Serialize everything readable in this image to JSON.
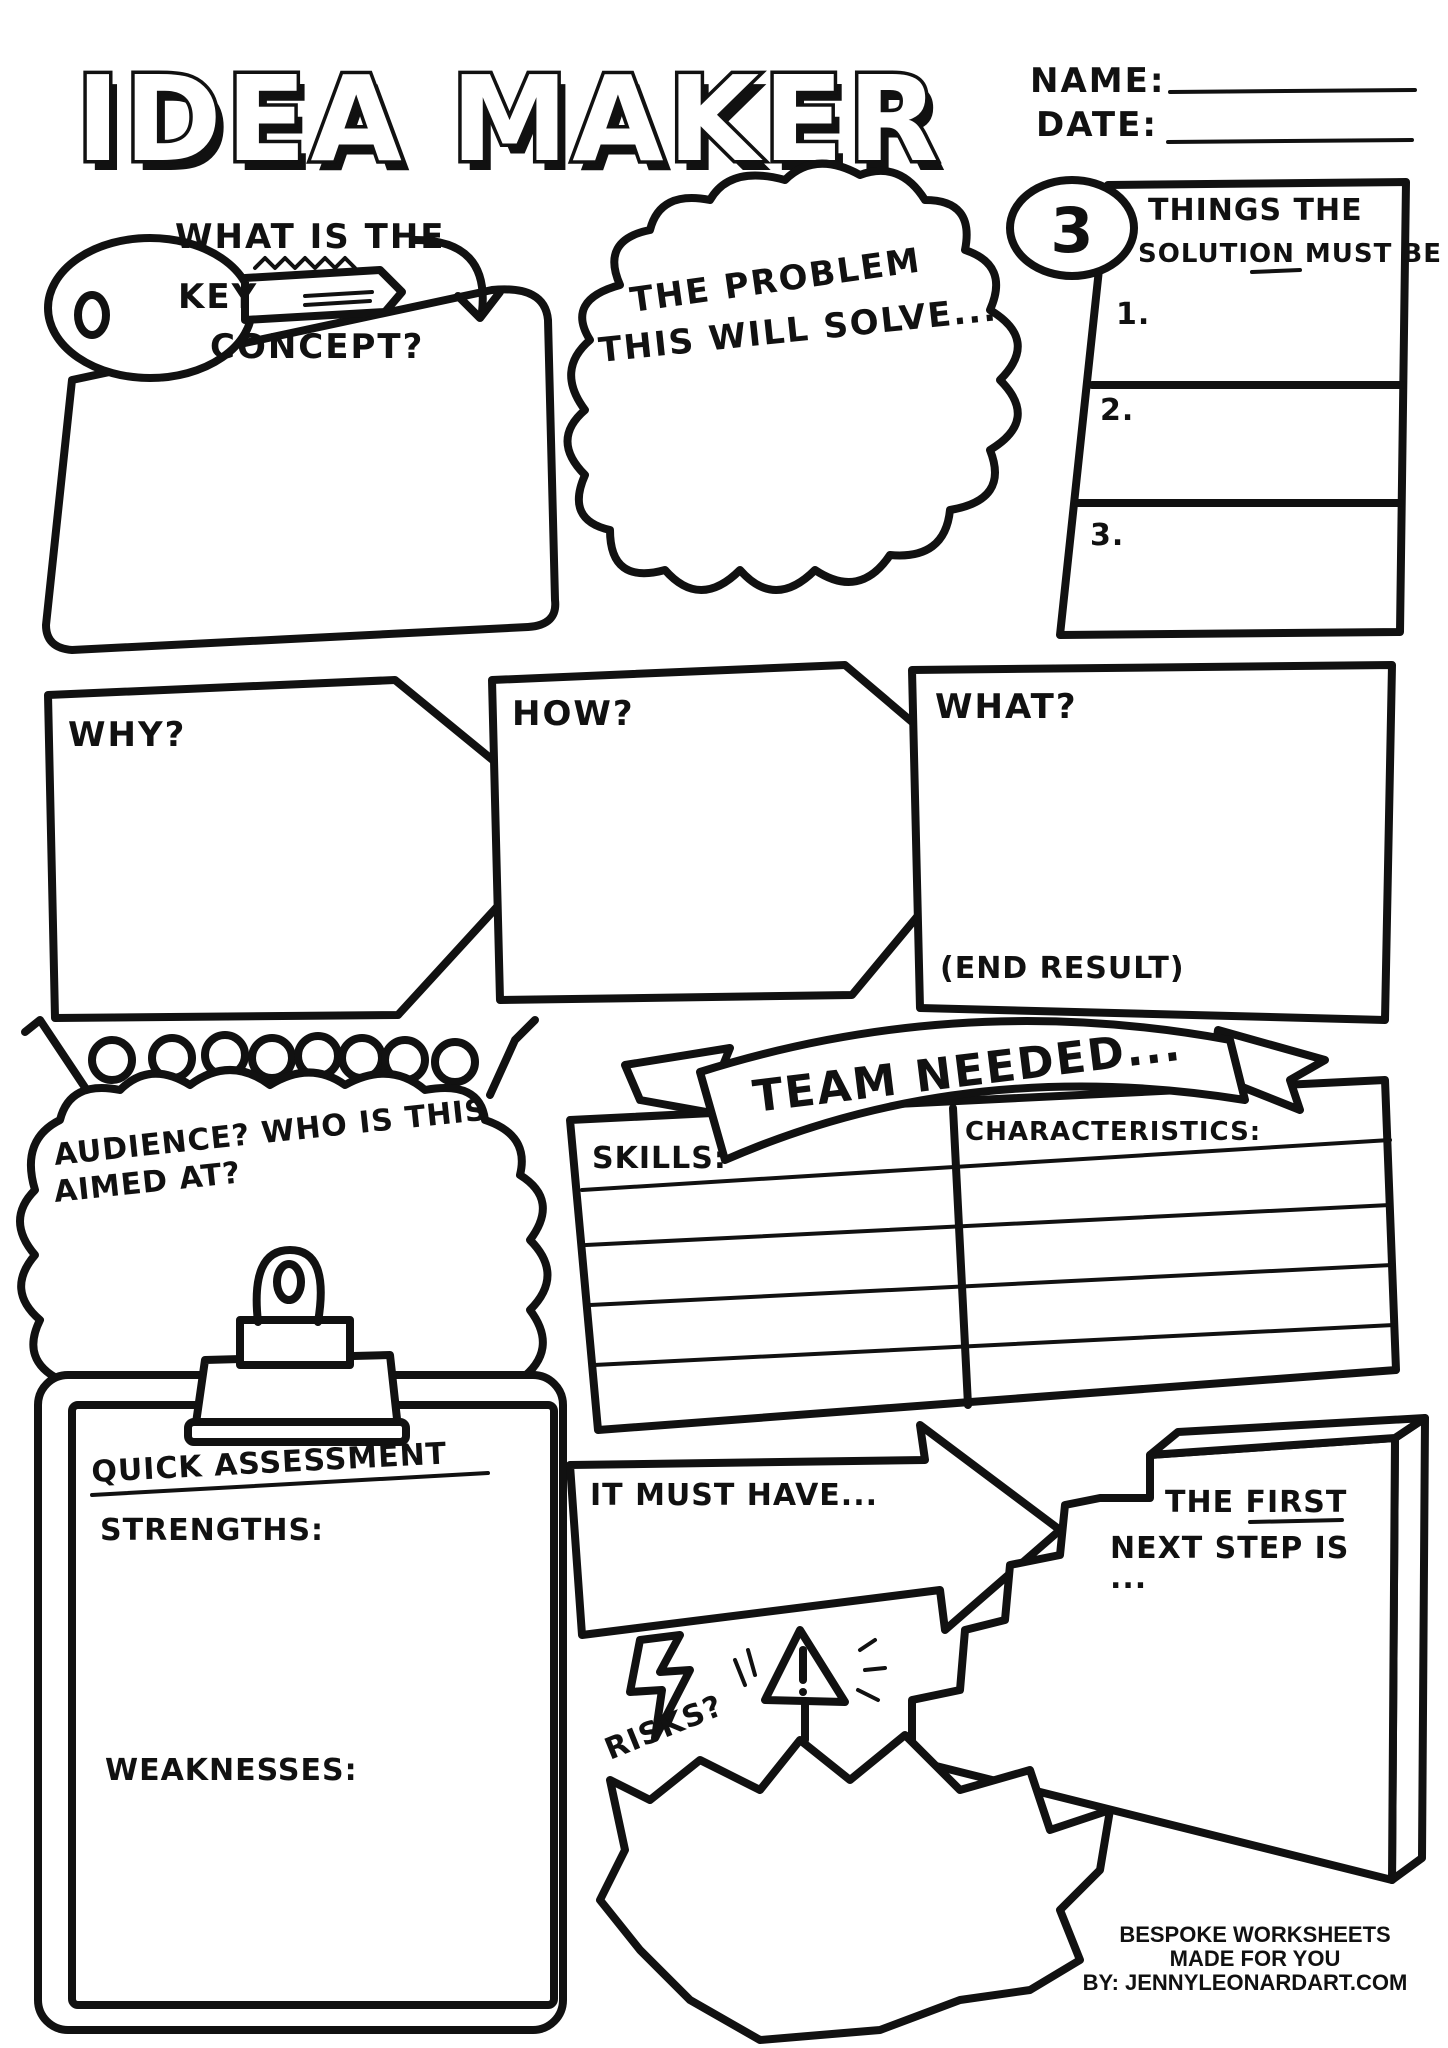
{
  "title": "IDEA MAKER",
  "header": {
    "name_label": "NAME:",
    "date_label": "DATE:"
  },
  "key_concept": {
    "line1": "WHAT IS THE",
    "line2": "KEY",
    "line3": "CONCEPT?"
  },
  "problem": {
    "line1": "THE PROBLEM",
    "line2": "THIS WILL SOLVE..."
  },
  "three_things": {
    "number": "3",
    "line1": "THINGS THE",
    "line2": "SOLUTION MUST BE",
    "items": [
      "1.",
      "2.",
      "3."
    ]
  },
  "arrows": {
    "why": "WHY?",
    "how": "HOW?",
    "what": "WHAT?",
    "end_result": "(END RESULT)"
  },
  "audience": {
    "line1": "AUDIENCE? WHO IS THIS",
    "line2": "AIMED AT?"
  },
  "team": {
    "banner": "TEAM NEEDED...",
    "skills": "SKILLS:",
    "characteristics": "CHARACTERISTICS:"
  },
  "assessment": {
    "title": "QUICK ASSESSMENT",
    "strengths": "STRENGTHS:",
    "weaknesses": "WEAKNESSES:"
  },
  "must_have": "IT MUST HAVE...",
  "first_step": {
    "line1": "THE FIRST",
    "line2": "NEXT STEP IS",
    "line3": "..."
  },
  "risks": "RISKS?",
  "credit": {
    "line1": "BESPOKE WORKSHEETS",
    "line2": "MADE FOR YOU",
    "line3": "BY: JENNYLEONARDART.COM"
  }
}
